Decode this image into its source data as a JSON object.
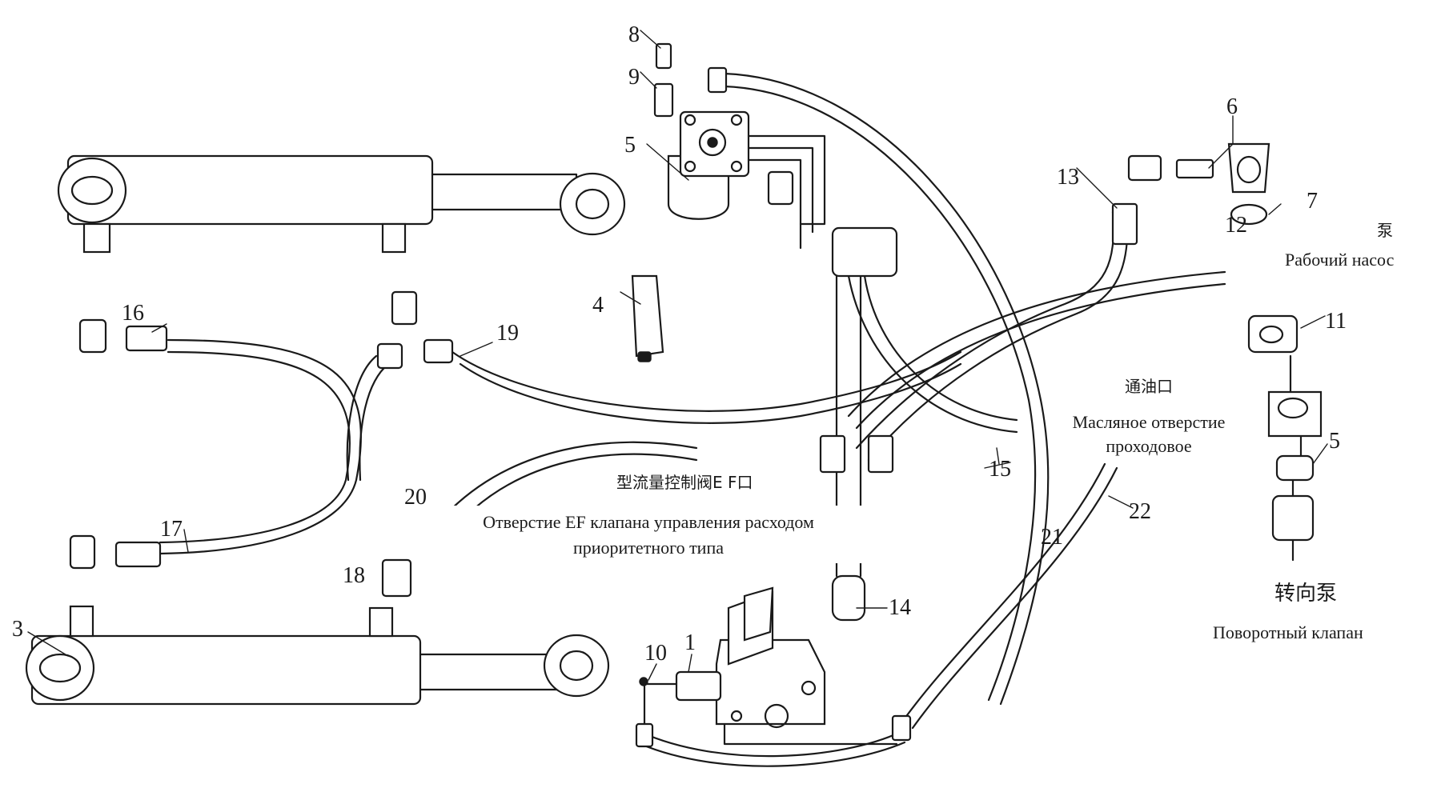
{
  "callouts": {
    "c1": "1",
    "c3": "3",
    "c4": "4",
    "c5a": "5",
    "c5b": "5",
    "c6": "6",
    "c7": "7",
    "c8": "8",
    "c9": "9",
    "c10": "10",
    "c11": "11",
    "c12": "12",
    "c13": "13",
    "c14": "14",
    "c15": "15",
    "c16": "16",
    "c17": "17",
    "c18": "18",
    "c19": "19",
    "c20": "20",
    "c21": "21",
    "c22": "22"
  },
  "labels_ru": {
    "working_pump": "Рабочий насос",
    "oil_port_line1": "Масляное отверстие",
    "oil_port_line2": "проходовое",
    "priority_valve_line1": "Отверстие EF клапана управления расходом",
    "priority_valve_line2": "приоритетного типа",
    "steering_valve": "Поворотный клапан"
  },
  "labels_cn": {
    "pump_fragment": "泵",
    "oil_port_fragment": "通油口",
    "flow_valve_fragment": "型流量控制阀E F口",
    "steering_pump": "转向泵"
  }
}
